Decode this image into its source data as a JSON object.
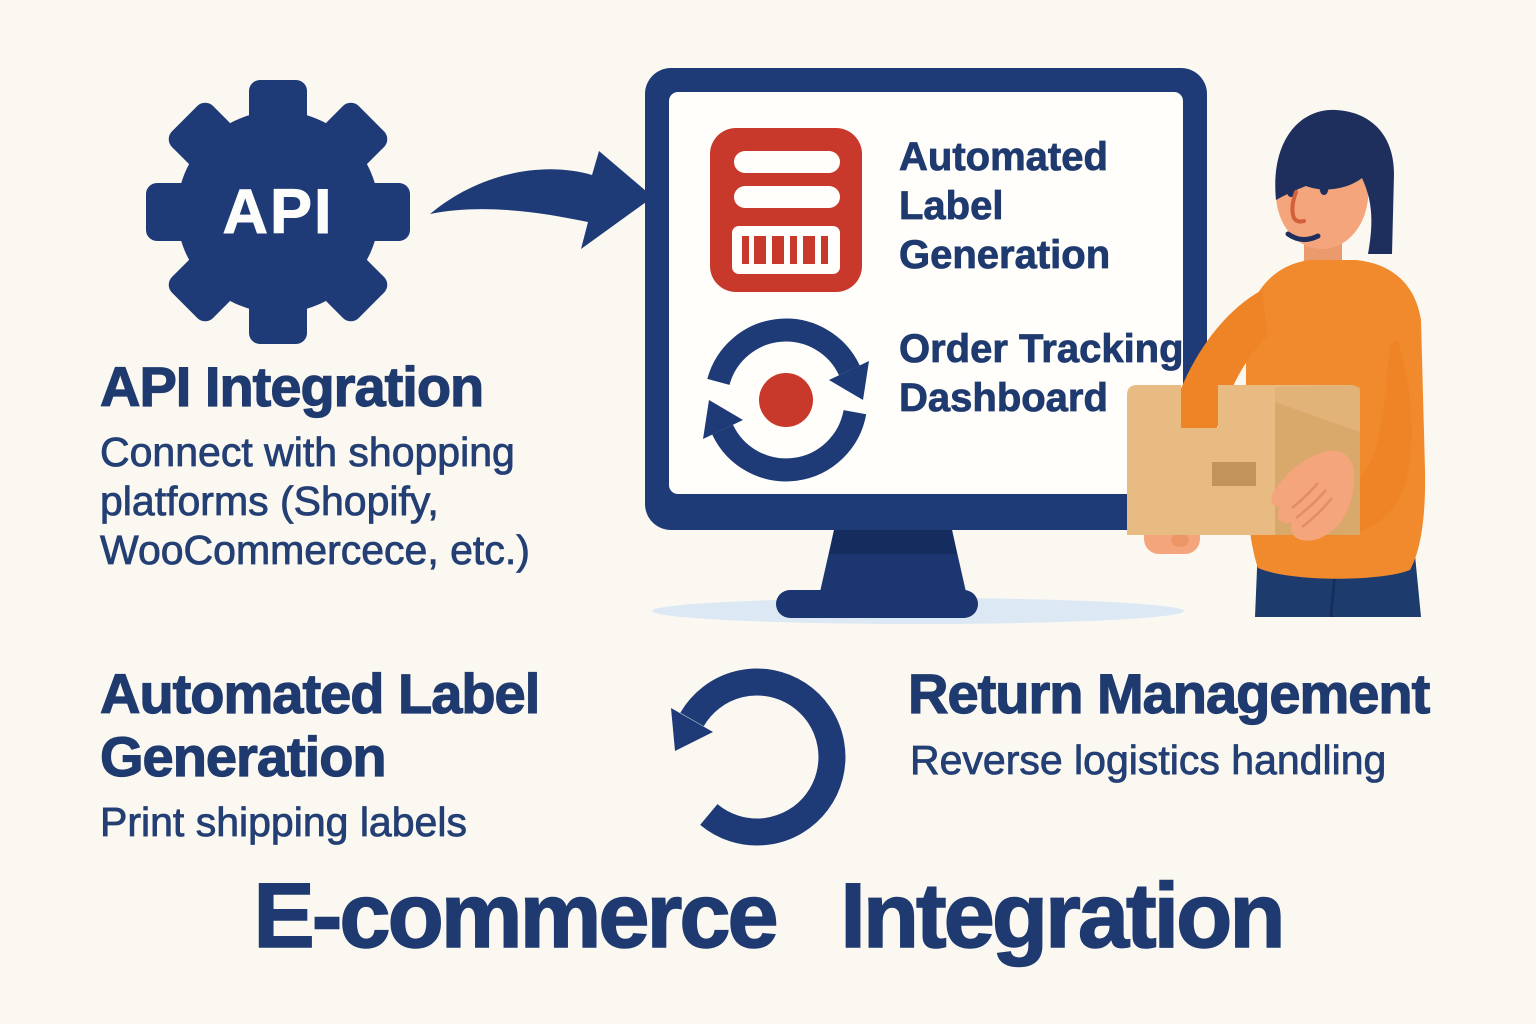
{
  "title": "E-commerce Integration",
  "colors": {
    "background": "#fbf8f1",
    "navy": "#1e3b78",
    "text_navy": "#1e3a6e",
    "red": "#c8392b",
    "orange_sweater": "#f18a2d",
    "skin": "#f4a57c",
    "box_light": "#e7bb82",
    "box_dark": "#d9a96c",
    "shadow_blue": "#dce8f4"
  },
  "gear": {
    "label": "API"
  },
  "api_integration": {
    "heading": "API Integration",
    "description": "Connect with shopping platforms (Shopify, WooCommercece, etc.)"
  },
  "monitor": {
    "feature_label_generation": "Automated Label Generation",
    "feature_order_tracking": "Order Tracking Dashboard"
  },
  "automated_label": {
    "heading": "Automated Label Generation",
    "description": "Print shipping labels"
  },
  "return_management": {
    "heading": "Return Management",
    "description": "Reverse logistics handling"
  },
  "icons": {
    "gear": "gear-api-icon",
    "arrow": "curved-arrow-icon",
    "label": "shipping-label-barcode-icon",
    "sync": "sync-arrows-icon",
    "return": "return-arrow-icon"
  }
}
